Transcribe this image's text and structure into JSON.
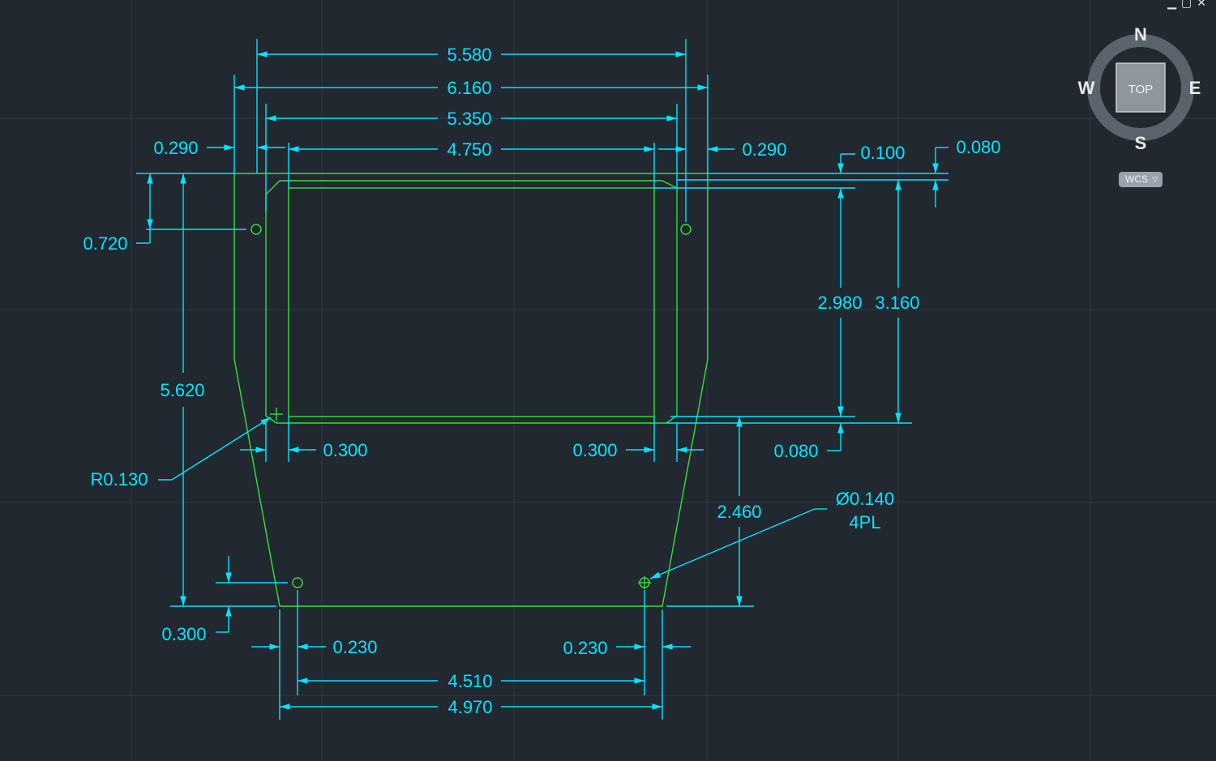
{
  "window_controls": {
    "minimize": "▁",
    "restore": "▢",
    "close": "✕"
  },
  "viewcube": {
    "north": "N",
    "south": "S",
    "east": "E",
    "west": "W",
    "face": "TOP",
    "ucs_label": "WCS"
  },
  "colors": {
    "background": "#212830",
    "dimension": "#00e5ff",
    "geometry": "#35e03a"
  },
  "dimensions": {
    "overall_top": "5.580",
    "overall_width": "6.160",
    "inner_width": "5.350",
    "window_width": "4.750",
    "left_offset_top": "0.290",
    "right_offset_top": "0.290",
    "top_gap": "0.100",
    "top_gap2": "0.080",
    "hole_drop": "0.720",
    "overall_height": "5.620",
    "window_height": "2.980",
    "inner_height": "3.160",
    "bottom_gap": "0.080",
    "left_margin": "0.300",
    "right_margin": "0.300",
    "corner_radius": "R0.130",
    "lower_height": "2.460",
    "hole_dia": "Ø0.140",
    "hole_count": "4PL",
    "bottom_hole_offset": "0.300",
    "bottom_left_inset": "0.230",
    "bottom_right_inset": "0.230",
    "bottom_hole_span": "4.510",
    "bottom_width": "4.970"
  }
}
